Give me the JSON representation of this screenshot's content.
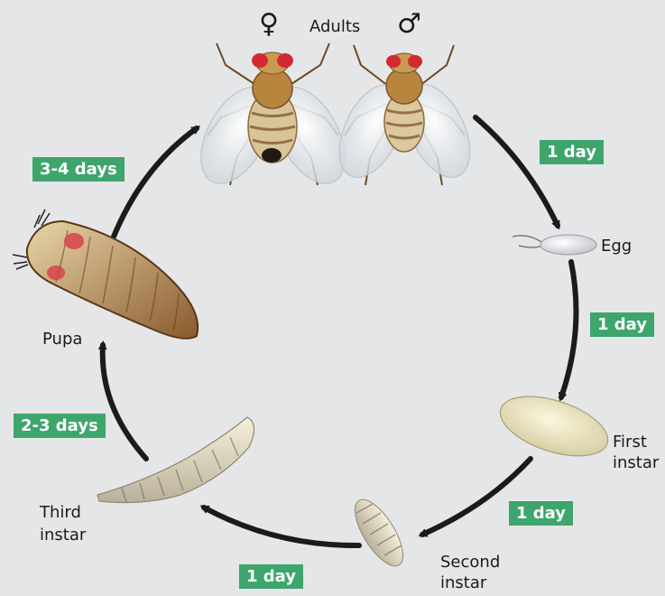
{
  "labels": {
    "adults": "Adults",
    "female_symbol": "♀",
    "male_symbol": "♂",
    "egg": "Egg",
    "first_instar_1": "First",
    "first_instar_2": "instar",
    "second_instar_1": "Second",
    "second_instar_2": "instar",
    "third_instar_1": "Third",
    "third_instar_2": "instar",
    "pupa": "Pupa"
  },
  "durations": {
    "adult_to_egg": "1 day",
    "egg_to_first": "1 day",
    "first_to_second": "1 day",
    "second_to_third": "1 day",
    "third_to_pupa": "2-3 days",
    "pupa_to_adult": "3-4 days"
  },
  "colors": {
    "background": "#e5e6e8",
    "badge": "#3ea56d",
    "arrow": "#1b1b1b"
  }
}
